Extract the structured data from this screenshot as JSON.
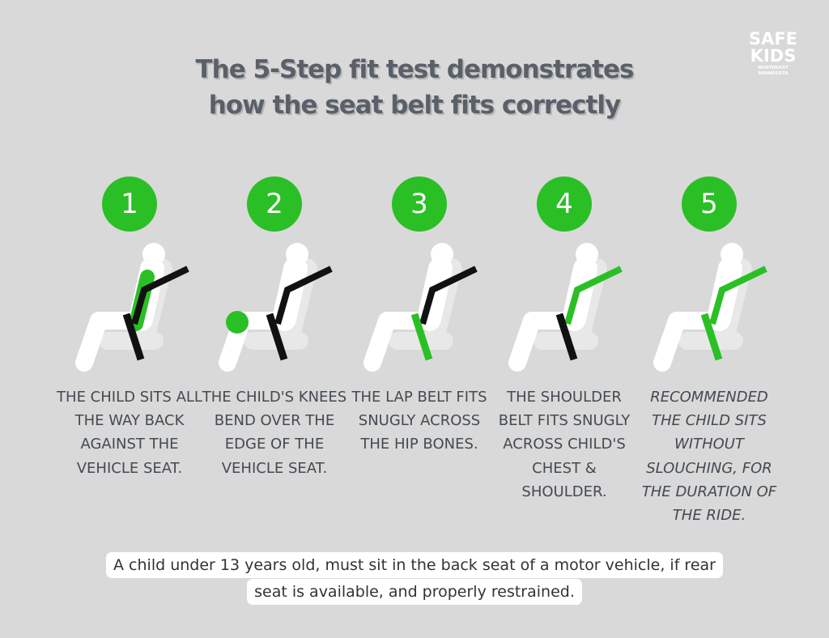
{
  "logo": {
    "line1": "SAFE",
    "line2": "KIDS",
    "sub1": "NORTHEAST",
    "sub2": "MINNESOTA"
  },
  "title": {
    "line1": "The 5-Step fit test demonstrates",
    "line2": "how the seat belt fits correctly"
  },
  "steps": [
    {
      "number": "1",
      "text": "THE CHILD SITS ALL THE WAY BACK AGAINST THE VEHICLE SEAT."
    },
    {
      "number": "2",
      "text": "THE CHILD'S KNEES BEND OVER THE EDGE OF THE VEHICLE SEAT."
    },
    {
      "number": "3",
      "text": "THE LAP BELT FITS SNUGLY ACROSS THE HIP BONES."
    },
    {
      "number": "4",
      "text": "THE SHOULDER BELT FITS SNUGLY ACROSS CHILD'S CHEST & SHOULDER."
    },
    {
      "number": "5",
      "text": "RECOMMENDED THE CHILD SITS WITHOUT SLOUCHING, FOR THE DURATION OF THE RIDE."
    }
  ],
  "footer": {
    "line1": "A child under 13 years  old, must sit in the back seat of a motor vehicle, if rear",
    "line2": "seat is available, and properly restrained."
  },
  "colors": {
    "background": "#d9d9d9",
    "accent_green": "#2bbf26",
    "belt_black": "#111111",
    "title_text": "#5a6069"
  }
}
